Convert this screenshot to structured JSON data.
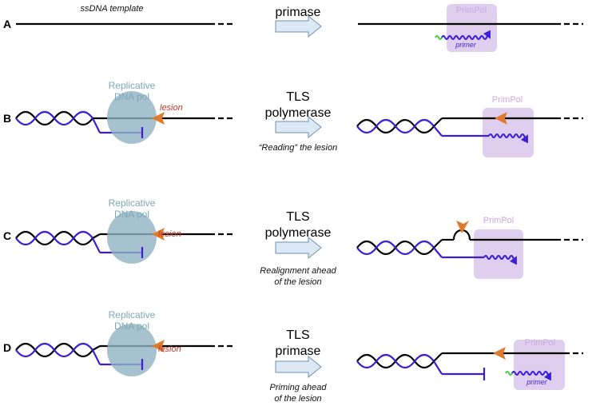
{
  "panels": {
    "A": {
      "label": "A",
      "template_label": "ssDNA template",
      "step": "primase",
      "primpol_label": "PrimPol",
      "primer_label": "primer"
    },
    "B": {
      "label": "B",
      "pol_label_1": "Replicative",
      "pol_label_2": "DNA pol",
      "lesion_label": "lesion",
      "step_1": "TLS",
      "step_2": "polymerase",
      "note_1": "“Reading” the lesion",
      "primpol_label": "PrimPol"
    },
    "C": {
      "label": "C",
      "pol_label_1": "Replicative",
      "pol_label_2": "DNA pol",
      "lesion_label": "lesion",
      "step_1": "TLS",
      "step_2": "polymerase",
      "note_1": "Realignment ahead",
      "note_2": "of the lesion",
      "primpol_label": "PrimPol"
    },
    "D": {
      "label": "D",
      "pol_label_1": "Replicative",
      "pol_label_2": "DNA pol",
      "lesion_label": "lesion",
      "step_1": "TLS",
      "step_2": "primase",
      "note_1": "Priming ahead",
      "note_2": "of the lesion",
      "primpol_label": "PrimPol",
      "primer_label": "primer"
    }
  },
  "colors": {
    "template_strand": "#000000",
    "nascent_strand": "#3b1fd6",
    "replicative_pol": "#8fb3c2",
    "primpol_box": "#d9c6ea",
    "lesion": "#e07b2e",
    "arrow_fill": "#dde8f5",
    "arrow_stroke": "#6f8fb7",
    "primer_start": "#3fd43f"
  }
}
